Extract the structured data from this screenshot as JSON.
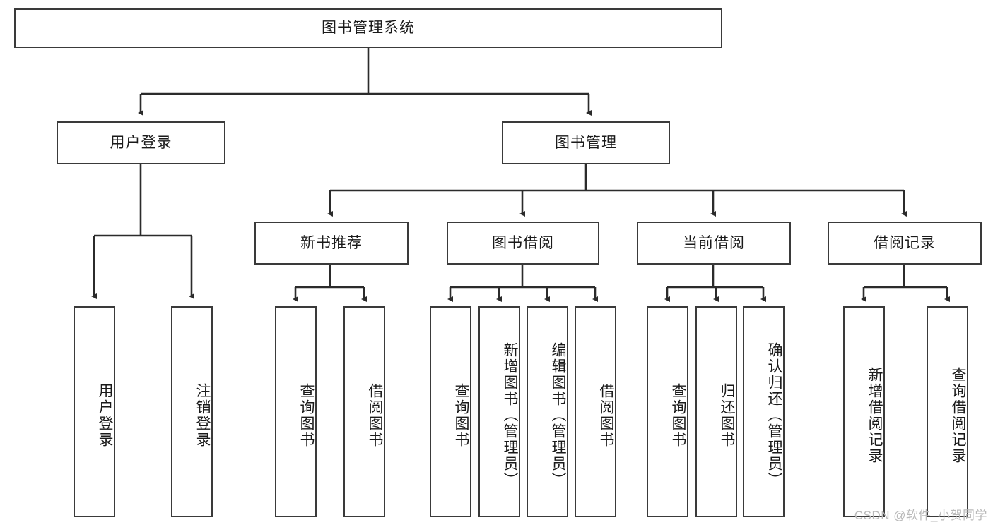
{
  "diagram": {
    "title": "图书管理系统",
    "type": "tree-hierarchy",
    "watermark": "CSDN @软件_小贺同学",
    "colors": {
      "background": "#ffffff",
      "node_border": "#3a3a3a",
      "node_fill": "#ffffff",
      "edge": "#2b2b2b",
      "text": "#1a1a1a",
      "watermark": "#b9b9b9"
    },
    "root": {
      "label": "图书管理系统",
      "orientation": "horizontal"
    },
    "level2": [
      {
        "label": "用户登录",
        "orientation": "horizontal"
      },
      {
        "label": "图书管理",
        "orientation": "horizontal"
      }
    ],
    "level3": [
      {
        "label": "新书推荐",
        "orientation": "horizontal",
        "parent": "图书管理"
      },
      {
        "label": "图书借阅",
        "orientation": "horizontal",
        "parent": "图书管理"
      },
      {
        "label": "当前借阅",
        "orientation": "horizontal",
        "parent": "图书管理"
      },
      {
        "label": "借阅记录",
        "orientation": "horizontal",
        "parent": "图书管理"
      }
    ],
    "leaves": [
      {
        "label": "用户登录",
        "orientation": "vertical",
        "parent": "用户登录"
      },
      {
        "label": "注销登录",
        "orientation": "vertical",
        "parent": "用户登录"
      },
      {
        "label": "查询图书",
        "orientation": "vertical",
        "parent": "新书推荐"
      },
      {
        "label": "借阅图书",
        "orientation": "vertical",
        "parent": "新书推荐"
      },
      {
        "label": "查询图书",
        "orientation": "vertical",
        "parent": "图书借阅"
      },
      {
        "label": "新增图书（管理员）",
        "orientation": "vertical",
        "parent": "图书借阅"
      },
      {
        "label": "编辑图书（管理员）",
        "orientation": "vertical",
        "parent": "图书借阅"
      },
      {
        "label": "借阅图书",
        "orientation": "vertical",
        "parent": "图书借阅"
      },
      {
        "label": "查询图书",
        "orientation": "vertical",
        "parent": "当前借阅"
      },
      {
        "label": "归还图书",
        "orientation": "vertical",
        "parent": "当前借阅"
      },
      {
        "label": "确认归还（管理员）",
        "orientation": "vertical",
        "parent": "当前借阅"
      },
      {
        "label": "新增借阅记录",
        "orientation": "vertical",
        "parent": "借阅记录"
      },
      {
        "label": "查询借阅记录",
        "orientation": "vertical",
        "parent": "借阅记录"
      }
    ]
  }
}
